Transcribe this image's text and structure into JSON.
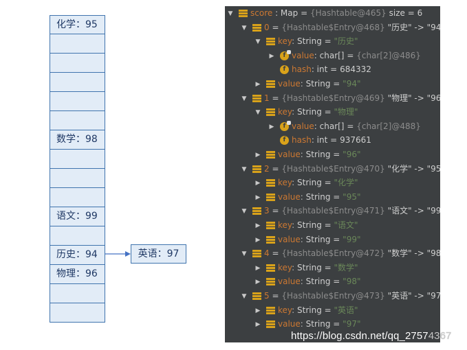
{
  "diagram": {
    "buckets": [
      "化学：95",
      "",
      "",
      "",
      "",
      "",
      "数学：98",
      "",
      "",
      "",
      "语文：99",
      "",
      "历史：94",
      "物理：96",
      "",
      ""
    ],
    "chain_node": "英语：97"
  },
  "debugger": {
    "root": {
      "name": "score",
      "type": ": Map",
      "eq": "=",
      "ref": "{Hashtable@465}",
      "extra": "size = 6"
    },
    "entries": [
      {
        "idx": "0",
        "ref": "{Hashtable$Entry@468}",
        "summary": "\"历史\" -> \"94\"",
        "key_type": "String",
        "key_val": "\"历史\"",
        "expanded_key": true,
        "key_children": [
          {
            "name": "value",
            "type": ": char[]",
            "val": "{char[2]@486}"
          },
          {
            "name": "hash",
            "type": ": int",
            "val": "684332"
          }
        ],
        "val_type": "String",
        "val_val": "\"94\""
      },
      {
        "idx": "1",
        "ref": "{Hashtable$Entry@469}",
        "summary": "\"物理\" -> \"96\"",
        "key_type": "String",
        "key_val": "\"物理\"",
        "expanded_key": true,
        "key_children": [
          {
            "name": "value",
            "type": ": char[]",
            "val": "{char[2]@488}"
          },
          {
            "name": "hash",
            "type": ": int",
            "val": "937661"
          }
        ],
        "val_type": "String",
        "val_val": "\"96\""
      },
      {
        "idx": "2",
        "ref": "{Hashtable$Entry@470}",
        "summary": "\"化学\" -> \"95\"",
        "key_type": "String",
        "key_val": "\"化学\"",
        "val_type": "String",
        "val_val": "\"95\""
      },
      {
        "idx": "3",
        "ref": "{Hashtable$Entry@471}",
        "summary": "\"语文\" -> \"99\"",
        "key_type": "String",
        "key_val": "\"语文\"",
        "val_type": "String",
        "val_val": "\"99\""
      },
      {
        "idx": "4",
        "ref": "{Hashtable$Entry@472}",
        "summary": "\"数学\" -> \"98\"",
        "key_type": "String",
        "key_val": "\"数学\"",
        "val_type": "String",
        "val_val": "\"98\""
      },
      {
        "idx": "5",
        "ref": "{Hashtable$Entry@473}",
        "summary": "\"英语\" -> \"97\"",
        "key_type": "String",
        "key_val": "\"英语\"",
        "val_type": "String",
        "val_val": "\"97\""
      }
    ],
    "labels": {
      "key": "key",
      "value": "value",
      "eq": "="
    }
  },
  "watermark": {
    "main": "https://blog.csdn.net/qq_2757",
    "tail": "4367"
  }
}
